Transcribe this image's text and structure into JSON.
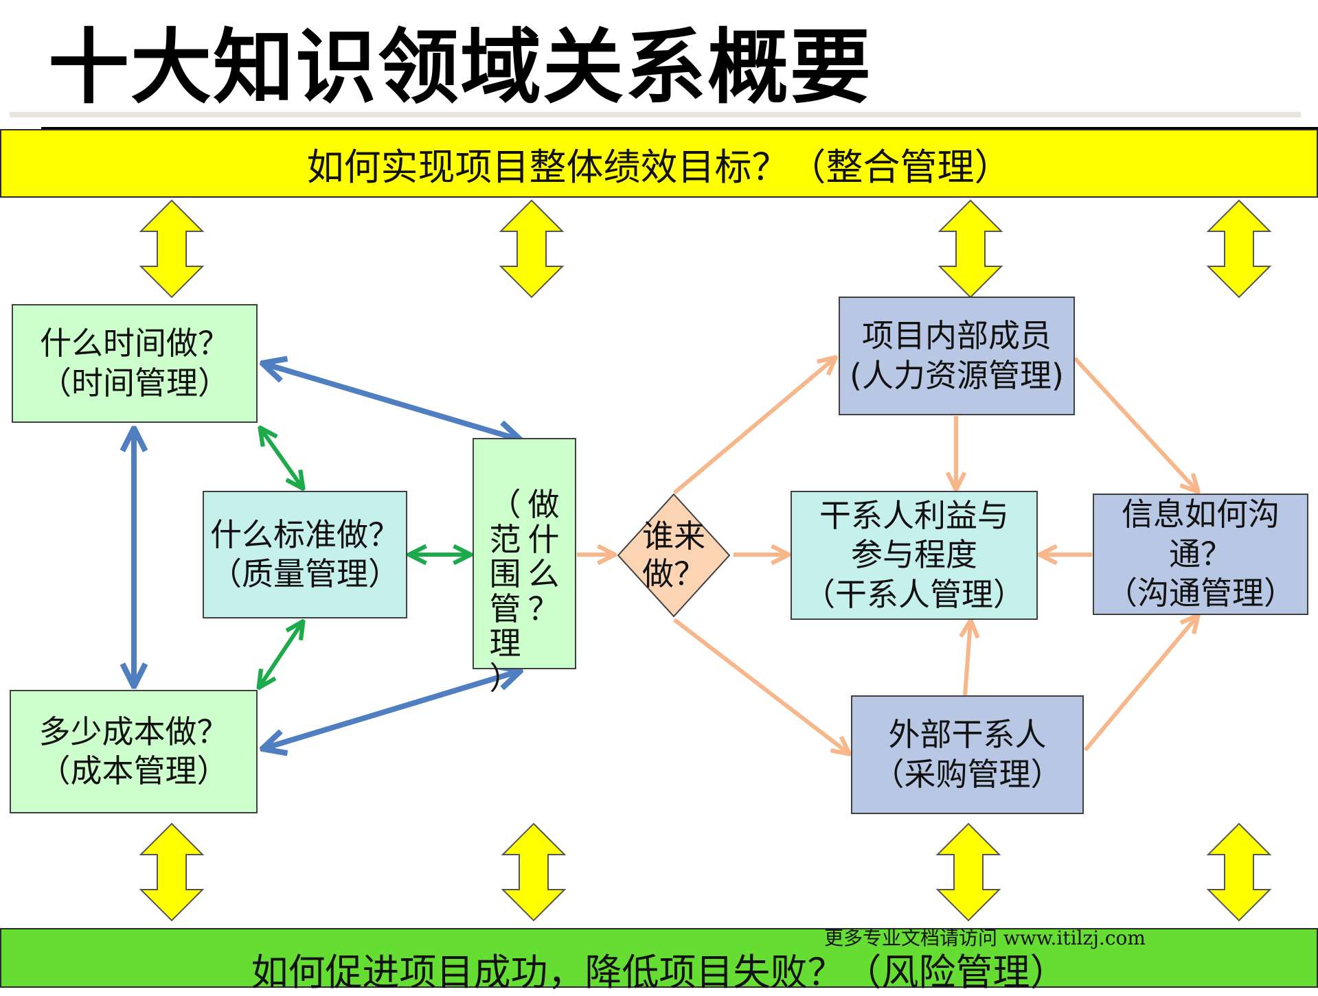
{
  "title": "十大知识领域关系概要",
  "banners": {
    "top": "如何实现项目整体绩效目标？（整合管理）",
    "bottom": "如何促进项目成功，降低项目失败？（风险管理）"
  },
  "boxes": {
    "time": {
      "line1": "什么时间做？",
      "line2": "（时间管理）"
    },
    "quality": {
      "line1": "什么标准做？",
      "line2": "（质量管理）"
    },
    "cost": {
      "line1": "多少成本做？",
      "line2": "（成本管理）"
    },
    "scope": {
      "col_left": "（范围管理）",
      "col_right": "做什么？"
    },
    "who": {
      "line1": "谁来",
      "line2": "做？"
    },
    "hr": {
      "line1": "项目内部成员",
      "line2": "(人力资源管理)"
    },
    "stakeholder": {
      "line1": "干系人利益与",
      "line2": "参与程度",
      "line3": "（干系人管理）"
    },
    "communication": {
      "line1": "信息如何沟",
      "line2": "通？",
      "line3": "（沟通管理）"
    },
    "procurement": {
      "line1": "外部干系人",
      "line2": "（采购管理）"
    }
  },
  "watermark": "更多专业文档请访问 www.itilzj.com",
  "colors": {
    "top_banner": "#ffff00",
    "bottom_banner": "#66dd33",
    "green_box": "#ccffcc",
    "cyan_box": "#c6f0ec",
    "blue_box": "#b8c8e4",
    "diamond": "#fbd4b4",
    "blue_arrow": "#4f7fc0",
    "green_arrow": "#1daa4a",
    "orange_arrow": "#f7b78b",
    "yellow_arrow": "#ffff00"
  }
}
